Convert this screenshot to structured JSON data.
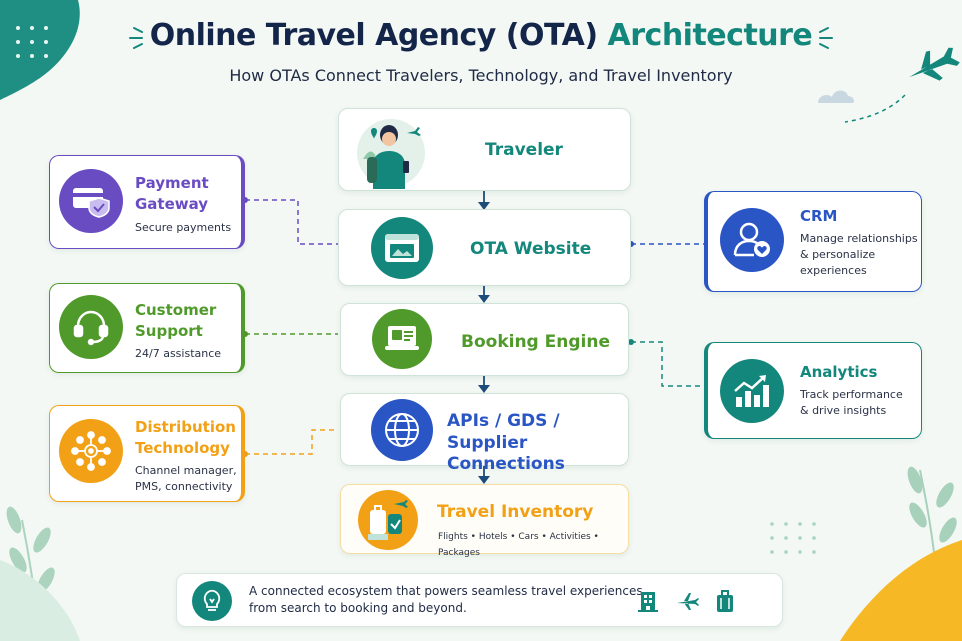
{
  "header": {
    "title_main": "Online Travel Agency (OTA) ",
    "title_accent": "Architecture",
    "subtitle": "How OTAs Connect Travelers, Technology, and Travel Inventory"
  },
  "flow": {
    "traveler": {
      "label": "Traveler"
    },
    "ota_website": {
      "label": "OTA Website"
    },
    "booking_engine": {
      "label": "Booking Engine"
    },
    "apis": {
      "label_line1": "APIs / GDS /",
      "label_line2": "Supplier Connections"
    },
    "inventory": {
      "label": "Travel Inventory",
      "items": "Flights • Hotels • Cars • Activities • Packages"
    }
  },
  "left": {
    "payment": {
      "title_line1": "Payment",
      "title_line2": "Gateway",
      "desc": "Secure payments"
    },
    "support": {
      "title_line1": "Customer",
      "title_line2": "Support",
      "desc": "24/7 assistance"
    },
    "distribution": {
      "title_line1": "Distribution",
      "title_line2": "Technology",
      "desc_line1": "Channel manager,",
      "desc_line2": "PMS, connectivity"
    }
  },
  "right": {
    "crm": {
      "title": "CRM",
      "desc_line1": "Manage relationships",
      "desc_line2": "& personalize",
      "desc_line3": "experiences"
    },
    "analytics": {
      "title": "Analytics",
      "desc_line1": "Track performance",
      "desc_line2": "& drive insights"
    }
  },
  "footer": {
    "line1": "A connected ecosystem that powers seamless travel experiences",
    "line2": "from search to booking and beyond."
  },
  "colors": {
    "navy": "#14254a",
    "teal": "#14877c",
    "purple": "#6a4cc2",
    "green": "#4f9a2a",
    "orange": "#f2a116",
    "blue": "#2a55c4"
  }
}
